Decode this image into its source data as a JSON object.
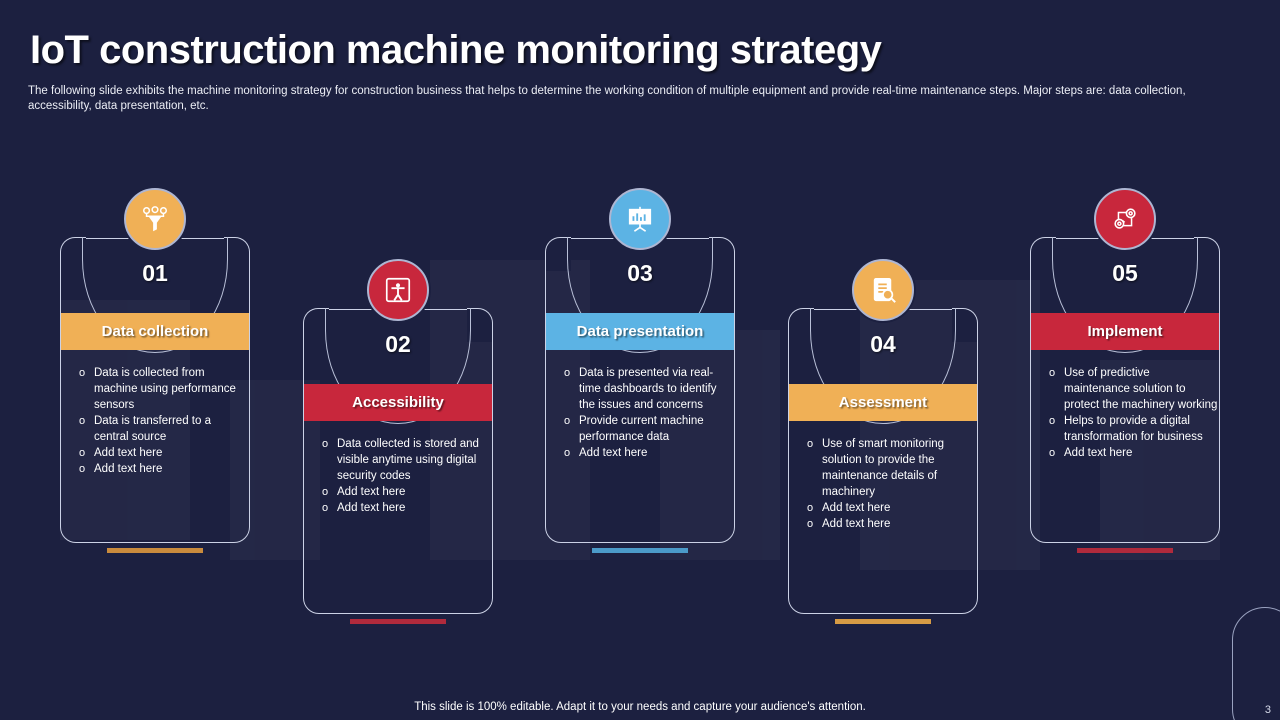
{
  "slide": {
    "title": "IoT construction machine monitoring strategy",
    "subtitle": "The following slide exhibits the machine monitoring strategy for construction business that helps to determine the working condition of multiple equipment and provide real-time maintenance steps. Major steps are: data collection, accessibility, data presentation, etc.",
    "footer_note": "This slide is 100% editable. Adapt it to your needs and capture your audience's attention.",
    "page_number": "3",
    "background_color": "#1c2040"
  },
  "palette": {
    "orange": "#f0b056",
    "red": "#c8273c",
    "blue": "#5cb3e4",
    "outline": "#ccd2e6",
    "text": "#ffffff"
  },
  "cards": [
    {
      "number": "01",
      "heading": "Data collection",
      "color": "#f0b056",
      "icon": "funnel-filter-icon",
      "points": [
        "Data is collected from machine using performance  sensors",
        "Data is transferred  to a central source",
        "Add text here",
        "Add text here"
      ]
    },
    {
      "number": "02",
      "heading": "Accessibility",
      "color": "#c8273c",
      "icon": "accessibility-person-icon",
      "points": [
        "Data collected is stored and visible anytime using digital security codes",
        "Add text here",
        "Add text here"
      ]
    },
    {
      "number": "03",
      "heading": "Data presentation",
      "color": "#5cb3e4",
      "icon": "presentation-board-icon",
      "points": [
        "Data is presented via real-time dashboards to identify the issues and concerns",
        "Provide  current machine performance  data",
        "Add text here"
      ]
    },
    {
      "number": "04",
      "heading": "Assessment",
      "color": "#f0b056",
      "icon": "clipboard-search-icon",
      "points": [
        "Use of smart monitoring solution to provide  the maintenance details of machinery",
        "Add text here",
        "Add text here"
      ]
    },
    {
      "number": "05",
      "heading": "Implement",
      "color": "#c8273c",
      "icon": "gears-process-icon",
      "points": [
        "Use of predictive maintenance solution to protect the machinery working",
        "Helps to provide  a digital transformation for business",
        "Add text here"
      ]
    }
  ]
}
